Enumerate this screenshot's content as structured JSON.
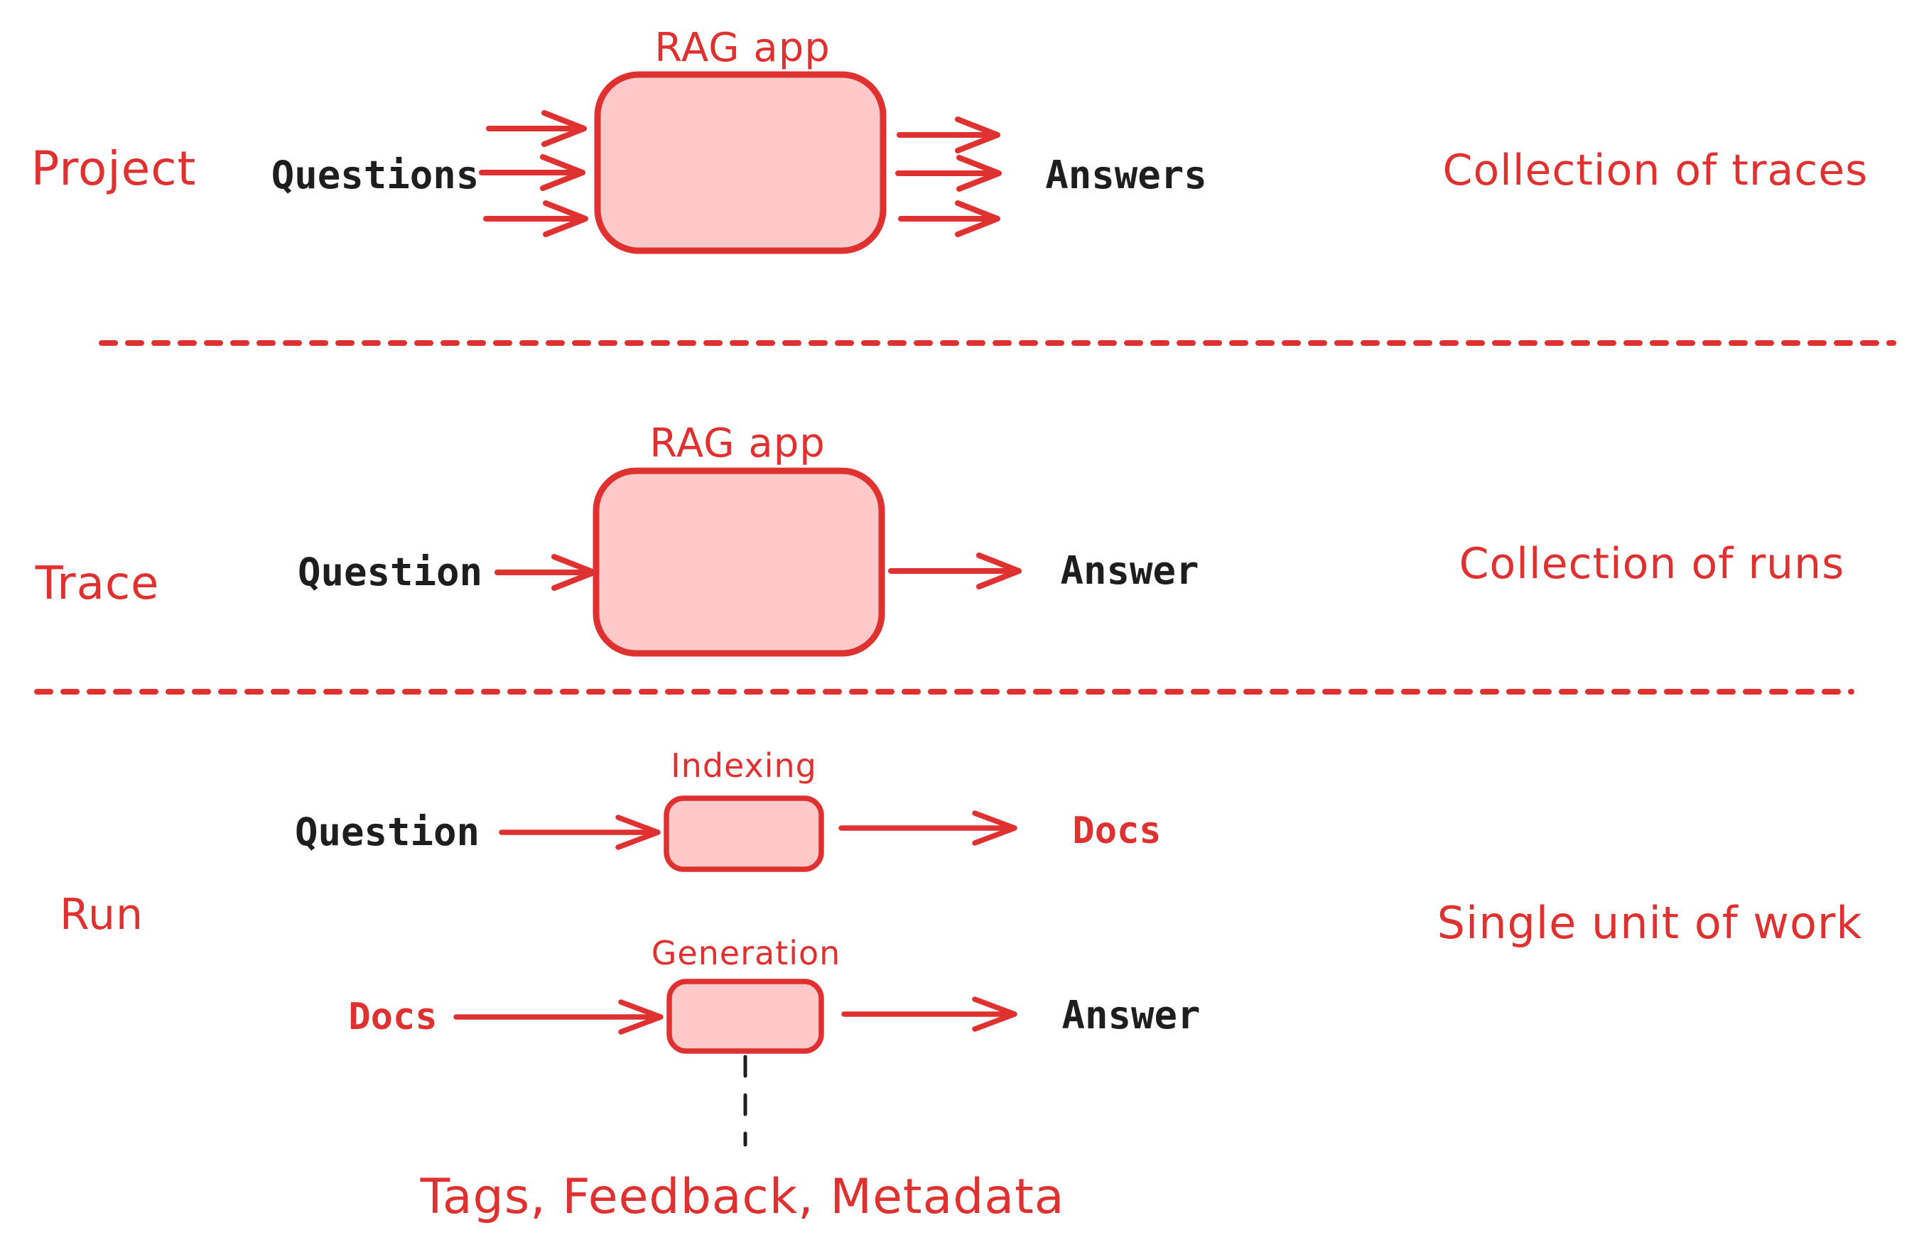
{
  "colors": {
    "accent_red": "#e03131",
    "box_fill": "#ffc9c9",
    "text_black": "#1e1e1e",
    "background": "#ffffff"
  },
  "sections": {
    "project": {
      "label": "Project",
      "input_label": "Questions",
      "box_label": "RAG app",
      "output_label": "Answers",
      "description": "Collection of traces"
    },
    "trace": {
      "label": "Trace",
      "input_label": "Question",
      "box_label": "RAG app",
      "output_label": "Answer",
      "description": "Collection of runs"
    },
    "run": {
      "label": "Run",
      "description": "Single unit of work",
      "flows": [
        {
          "input_label": "Question",
          "box_label": "Indexing",
          "output_label": "Docs"
        },
        {
          "input_label": "Docs",
          "box_label": "Generation",
          "output_label": "Answer"
        }
      ],
      "annotation": "Tags, Feedback, Metadata"
    }
  }
}
